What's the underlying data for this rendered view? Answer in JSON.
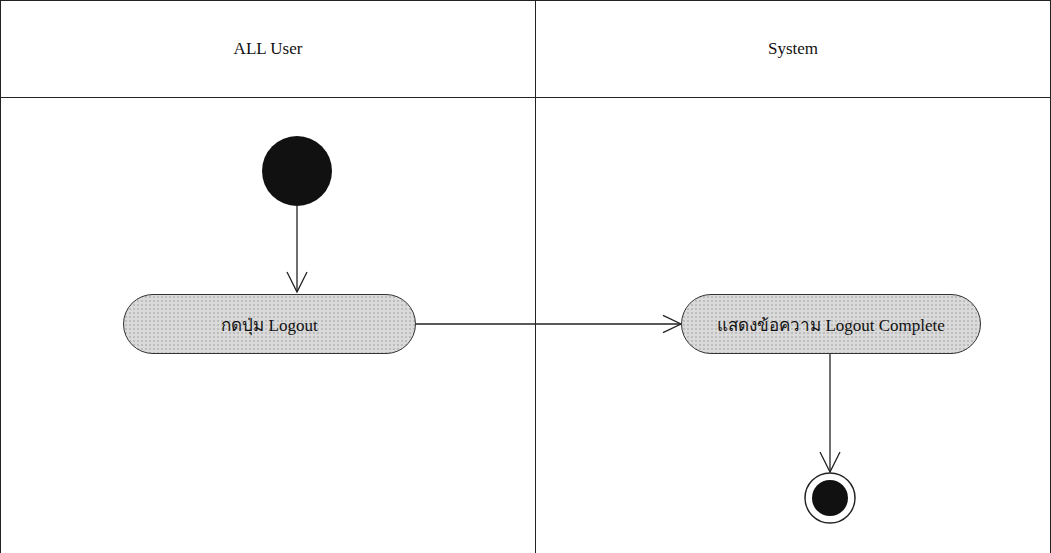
{
  "diagram": {
    "nodes": [
      {
        "text": [
          "ALL User"
        ]
      },
      {
        "text": [
          "System"
        ]
      },
      {
        "text": [
          "กดปุ่ม Logout"
        ],
        "in": 0
      },
      {
        "text": [
          "แสดงข้อความ Logout Complete"
        ],
        "in": 1
      }
    ],
    "edges": [
      {
        "from": 2,
        "to": 3,
        "arrow": "to"
      }
    ]
  }
}
